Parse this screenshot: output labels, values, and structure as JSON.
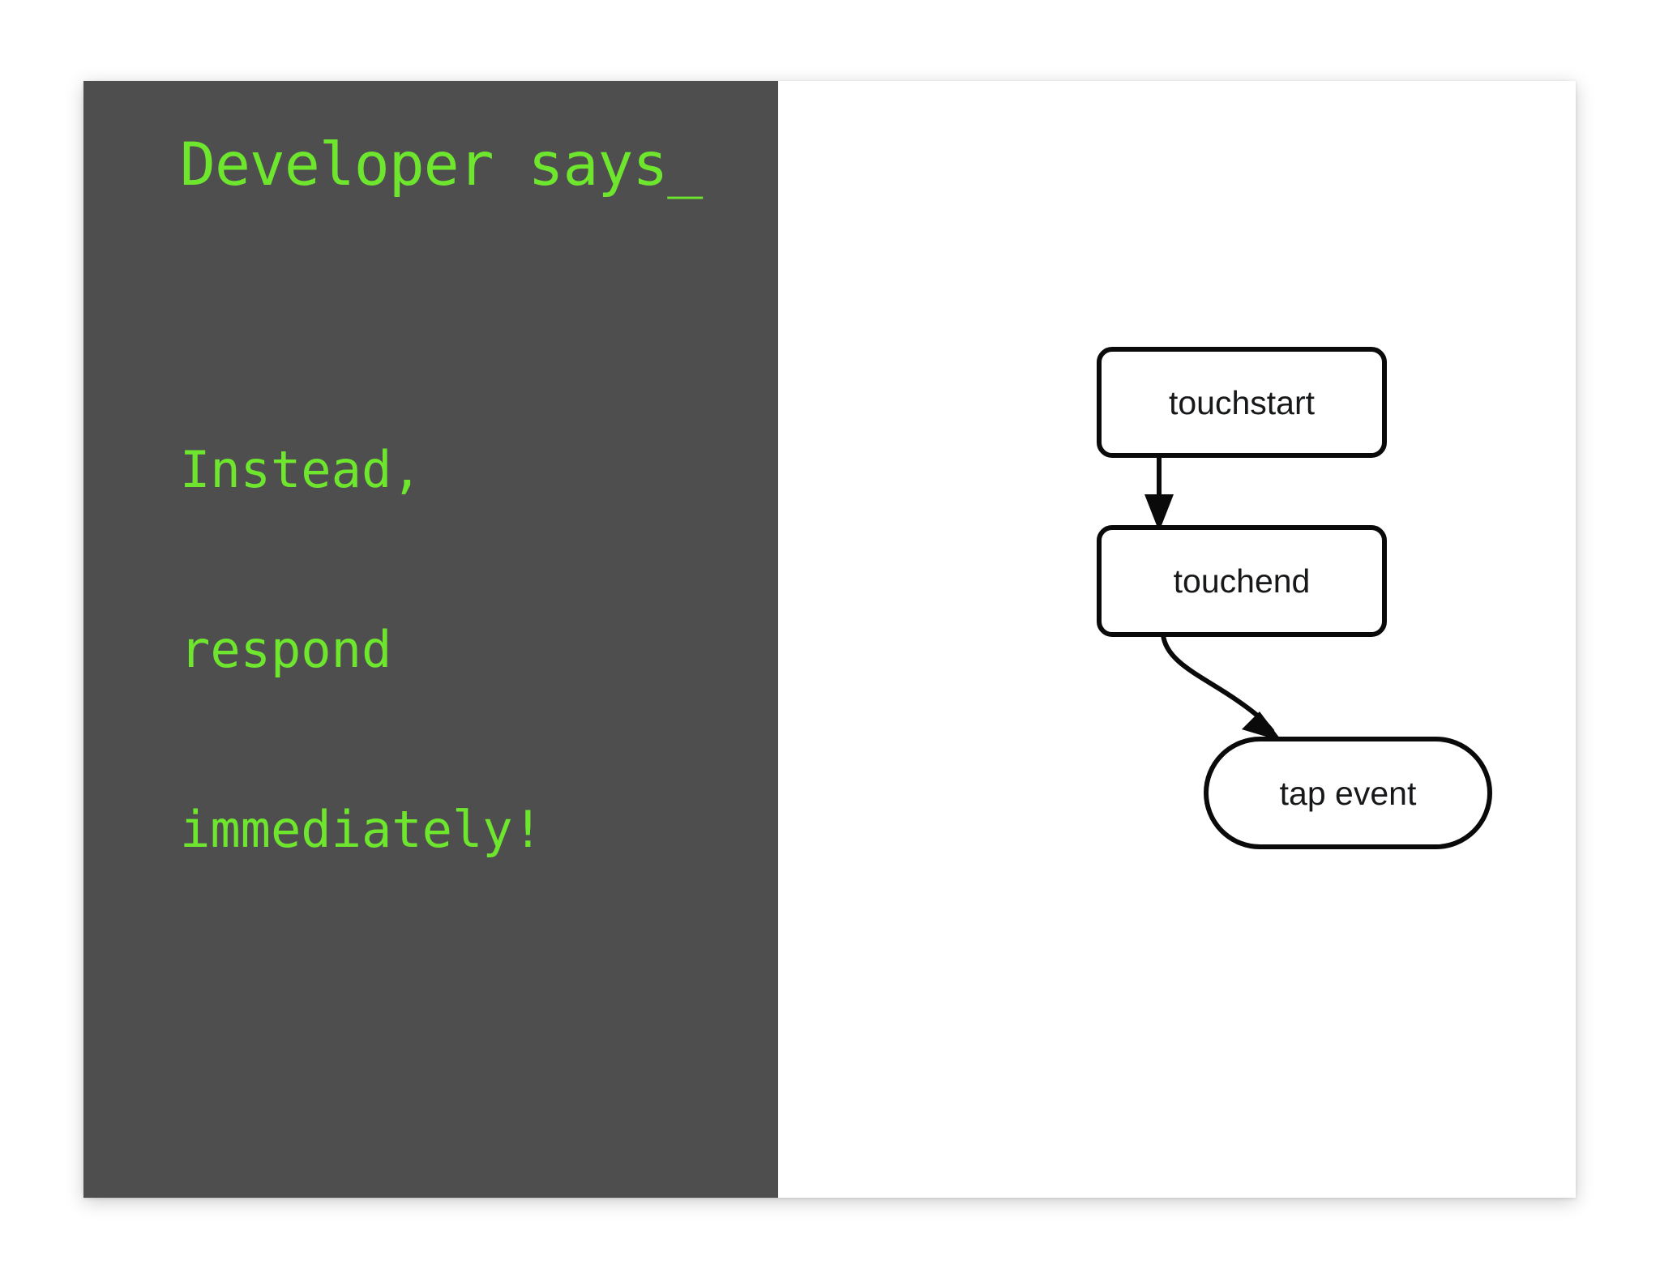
{
  "slide": {
    "background_color": "#ffffff",
    "left_pane": {
      "background_color": "#4f4e4e",
      "accent_color": "#6ee62e",
      "headline": "Developer says_",
      "body_lines": [
        "Instead,",
        "respond",
        "immediately!"
      ]
    },
    "right_pane": {
      "background_color": "#ffffff",
      "diagram": {
        "type": "flowchart",
        "stroke_color": "#0a0a0a",
        "text_color": "#17181a",
        "nodes": [
          {
            "id": "touchstart",
            "label": "touchstart",
            "shape": "rounded-rect"
          },
          {
            "id": "touchend",
            "label": "touchend",
            "shape": "rounded-rect"
          },
          {
            "id": "tapevent",
            "label": "tap event",
            "shape": "stadium"
          }
        ],
        "edges": [
          {
            "from": "touchstart",
            "to": "touchend",
            "style": "straight-arrow"
          },
          {
            "from": "touchend",
            "to": "tapevent",
            "style": "curved-arrow"
          }
        ]
      }
    }
  }
}
